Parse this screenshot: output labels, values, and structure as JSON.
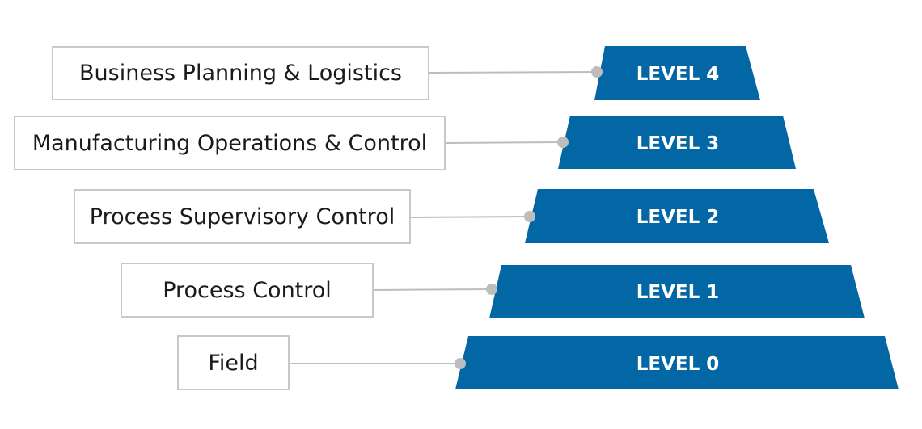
{
  "colors": {
    "level_fill": "#0366a5",
    "connector": "#bdbdbd",
    "box_border": "#c8c8c8",
    "label_text": "#1a1a1a"
  },
  "levels": [
    {
      "level_label": "LEVEL 4",
      "description": "Business Planning & Logistics"
    },
    {
      "level_label": "LEVEL 3",
      "description": "Manufacturing Operations & Control"
    },
    {
      "level_label": "LEVEL 2",
      "description": "Process Supervisory Control"
    },
    {
      "level_label": "LEVEL 1",
      "description": "Process Control"
    },
    {
      "level_label": "LEVEL 0",
      "description": "Field"
    }
  ]
}
